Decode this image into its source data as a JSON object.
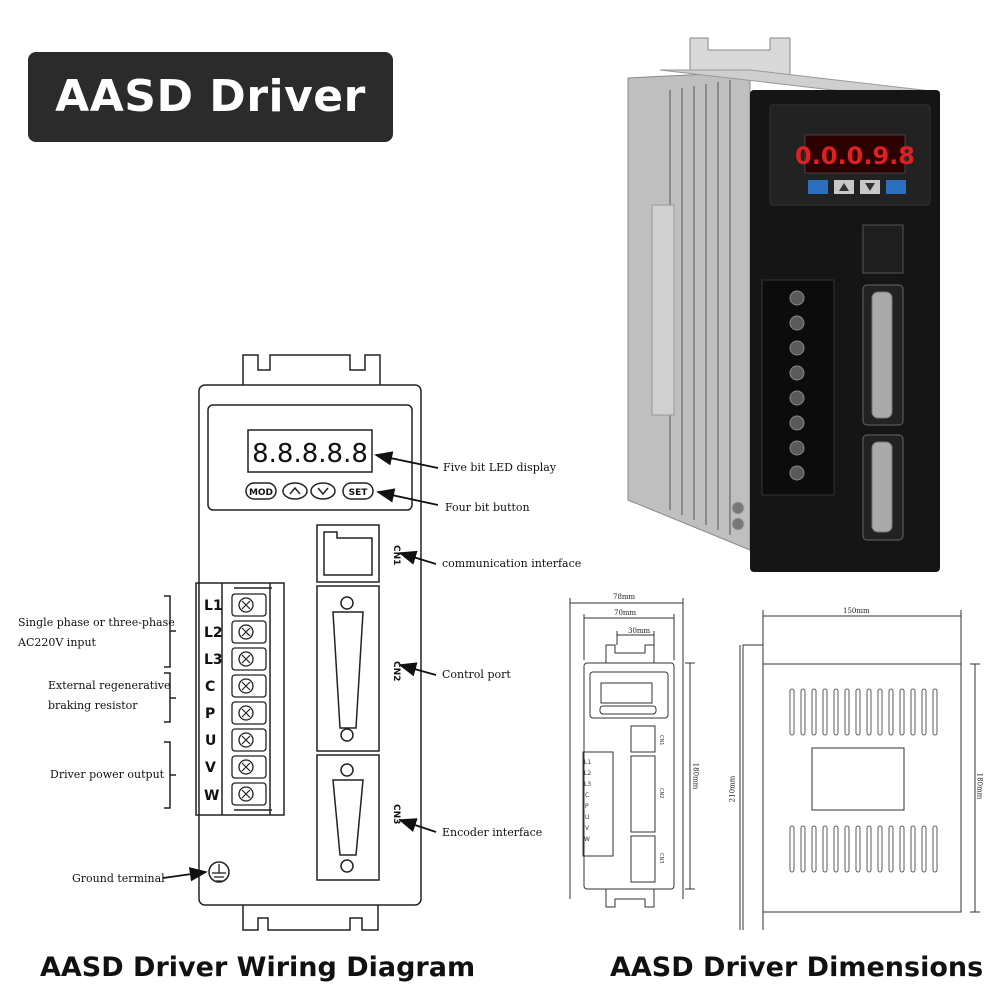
{
  "title": "AASD Driver",
  "captions": {
    "wiring": "AASD Driver Wiring Diagram",
    "dimensions": "AASD Driver Dimensions"
  },
  "display": {
    "led_digits": "8.8.8.8.8",
    "photo_led": "0.0.0.9.8"
  },
  "buttons": [
    "MOD",
    "SET"
  ],
  "connectors": [
    "CN1",
    "CN2",
    "CN3"
  ],
  "terminals": [
    "L1",
    "L2",
    "L3",
    "C",
    "P",
    "U",
    "V",
    "W"
  ],
  "annotations": {
    "led_display": "Five bit LED display",
    "buttons": "Four bit button",
    "comm": "communication interface",
    "control": "Control port",
    "encoder": "Encoder interface",
    "input_1": "Single phase or three-phase",
    "input_2": "AC220V input",
    "regen_1": "External regenerative",
    "regen_2": "braking resistor",
    "power_out": "Driver power output",
    "ground": "Ground terminal"
  },
  "dimensions": {
    "width_outer": "78mm",
    "width_inner": "70mm",
    "width_top": "30mm",
    "height_front": "180mm",
    "depth": "150mm",
    "height_total": "210mm",
    "height_side": "180mm"
  },
  "colors": {
    "badge": "#2b2b2b",
    "led": "#e02020",
    "housing": "#151515"
  }
}
